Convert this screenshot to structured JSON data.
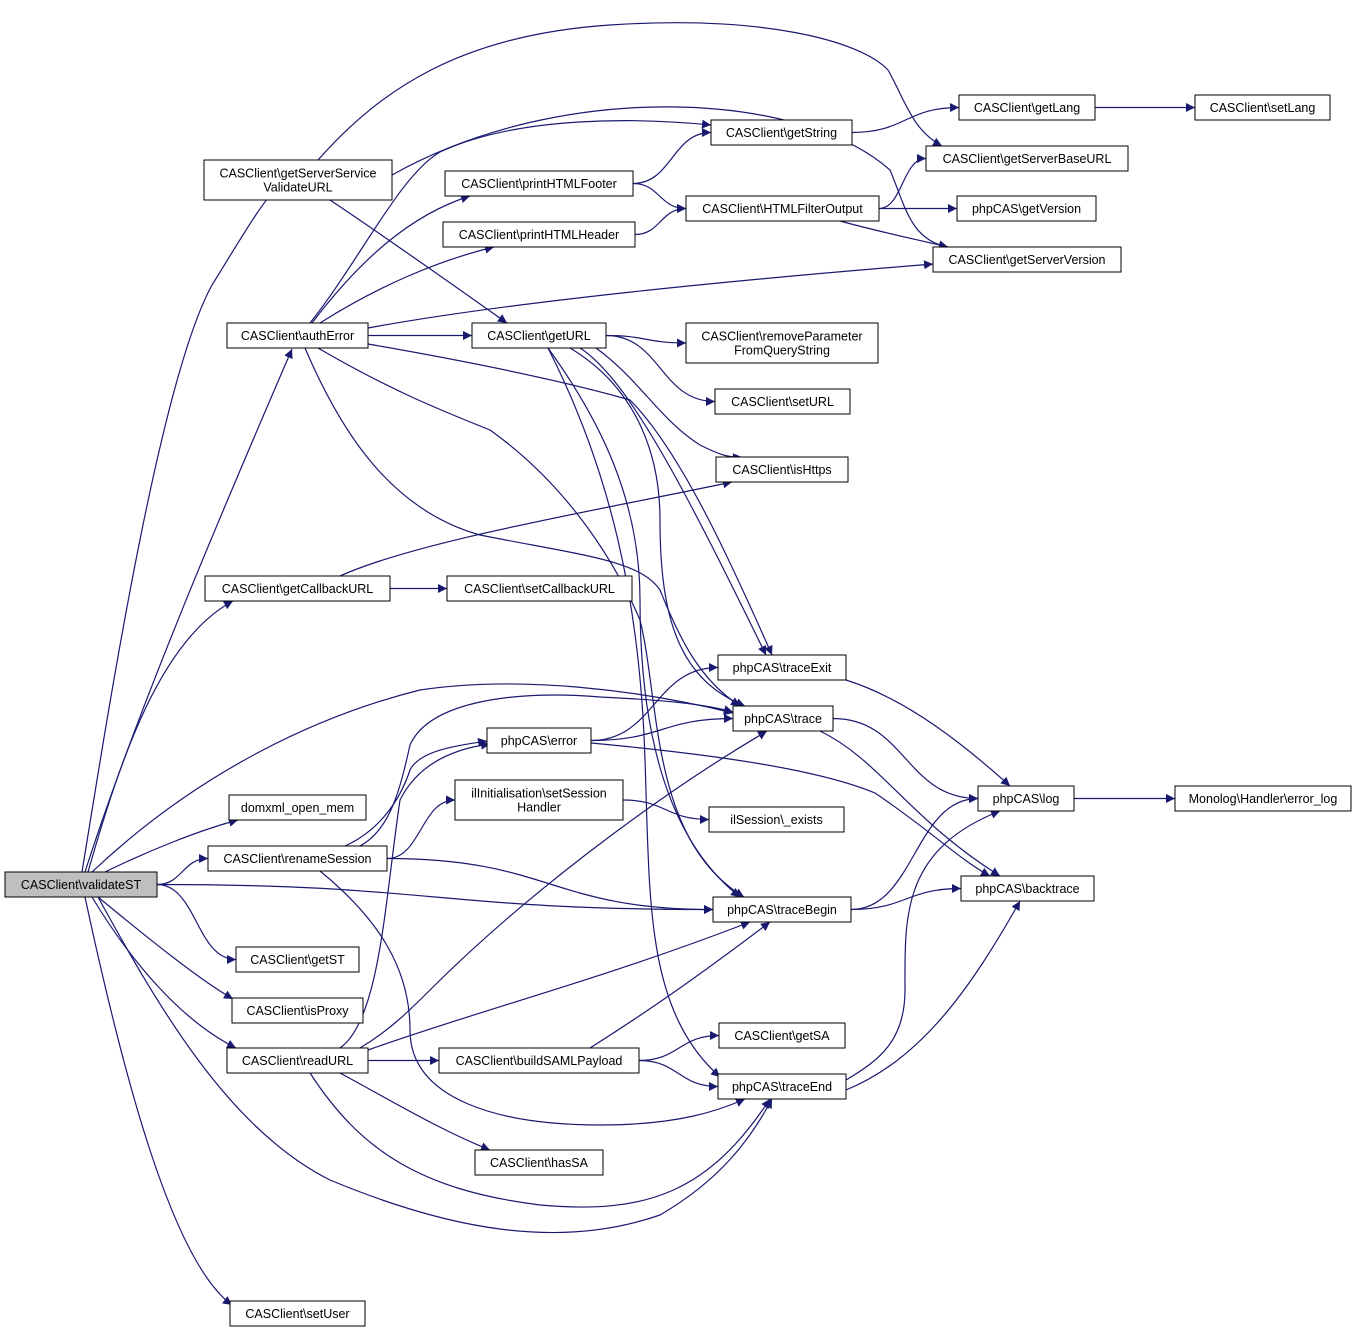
{
  "diagram": {
    "nodes": {
      "validateST": [
        "CASClient\\validateST"
      ],
      "getServerServiceValidateURL": [
        "CASClient\\getServerService",
        "ValidateURL"
      ],
      "authError": [
        "CASClient\\authError"
      ],
      "getCallbackURL": [
        "CASClient\\getCallbackURL"
      ],
      "domxml_open_mem": [
        "domxml_open_mem"
      ],
      "renameSession": [
        "CASClient\\renameSession"
      ],
      "getST": [
        "CASClient\\getST"
      ],
      "isProxy": [
        "CASClient\\isProxy"
      ],
      "readURL": [
        "CASClient\\readURL"
      ],
      "setUser": [
        "CASClient\\setUser"
      ],
      "printHTMLFooter": [
        "CASClient\\printHTMLFooter"
      ],
      "printHTMLHeader": [
        "CASClient\\printHTMLHeader"
      ],
      "getURL": [
        "CASClient\\getURL"
      ],
      "setCallbackURL": [
        "CASClient\\setCallbackURL"
      ],
      "error": [
        "phpCAS\\error"
      ],
      "setSessionHandler": [
        "ilInitialisation\\setSession",
        "Handler"
      ],
      "buildSAMLPayload": [
        "CASClient\\buildSAMLPayload"
      ],
      "hasSA": [
        "CASClient\\hasSA"
      ],
      "getString": [
        "CASClient\\getString"
      ],
      "HTMLFilterOutput": [
        "CASClient\\HTMLFilterOutput"
      ],
      "removeParameterFromQueryString": [
        "CASClient\\removeParameter",
        "FromQueryString"
      ],
      "setURL": [
        "CASClient\\setURL"
      ],
      "isHttps": [
        "CASClient\\isHttps"
      ],
      "traceExit": [
        "phpCAS\\traceExit"
      ],
      "trace": [
        "phpCAS\\trace"
      ],
      "exists": [
        "ilSession\\_exists"
      ],
      "traceBegin": [
        "phpCAS\\traceBegin"
      ],
      "getSA": [
        "CASClient\\getSA"
      ],
      "traceEnd": [
        "phpCAS\\traceEnd"
      ],
      "getLang": [
        "CASClient\\getLang"
      ],
      "getServerBaseURL": [
        "CASClient\\getServerBaseURL"
      ],
      "getVersion": [
        "phpCAS\\getVersion"
      ],
      "getServerVersion": [
        "CASClient\\getServerVersion"
      ],
      "log": [
        "phpCAS\\log"
      ],
      "backtrace": [
        "phpCAS\\backtrace"
      ],
      "setLang": [
        "CASClient\\setLang"
      ],
      "error_log": [
        "Monolog\\Handler\\error_log"
      ]
    },
    "edges": [
      [
        "validateST",
        "getServerServiceValidateURL"
      ],
      [
        "validateST",
        "authError"
      ],
      [
        "validateST",
        "getCallbackURL"
      ],
      [
        "validateST",
        "trace"
      ],
      [
        "validateST",
        "domxml_open_mem"
      ],
      [
        "validateST",
        "renameSession"
      ],
      [
        "validateST",
        "traceBegin"
      ],
      [
        "validateST",
        "getST"
      ],
      [
        "validateST",
        "isProxy"
      ],
      [
        "validateST",
        "readURL"
      ],
      [
        "validateST",
        "traceEnd"
      ],
      [
        "validateST",
        "setUser"
      ],
      [
        "getServerServiceValidateURL",
        "getServerBaseURL"
      ],
      [
        "getServerServiceValidateURL",
        "getServerVersion"
      ],
      [
        "getServerServiceValidateURL",
        "getURL"
      ],
      [
        "authError",
        "getString"
      ],
      [
        "authError",
        "printHTMLFooter"
      ],
      [
        "authError",
        "printHTMLHeader"
      ],
      [
        "authError",
        "getServerVersion"
      ],
      [
        "authError",
        "getURL"
      ],
      [
        "authError",
        "trace"
      ],
      [
        "authError",
        "traceExit"
      ],
      [
        "authError",
        "traceBegin"
      ],
      [
        "getCallbackURL",
        "setCallbackURL"
      ],
      [
        "getCallbackURL",
        "isHttps"
      ],
      [
        "renameSession",
        "trace"
      ],
      [
        "renameSession",
        "error"
      ],
      [
        "renameSession",
        "setSessionHandler"
      ],
      [
        "renameSession",
        "traceBegin"
      ],
      [
        "renameSession",
        "traceEnd"
      ],
      [
        "readURL",
        "error"
      ],
      [
        "readURL",
        "trace"
      ],
      [
        "readURL",
        "traceBegin"
      ],
      [
        "readURL",
        "buildSAMLPayload"
      ],
      [
        "readURL",
        "hasSA"
      ],
      [
        "readURL",
        "traceEnd"
      ],
      [
        "printHTMLFooter",
        "getString"
      ],
      [
        "printHTMLFooter",
        "HTMLFilterOutput"
      ],
      [
        "printHTMLHeader",
        "HTMLFilterOutput"
      ],
      [
        "getURL",
        "removeParameterFromQueryString"
      ],
      [
        "getURL",
        "setURL"
      ],
      [
        "getURL",
        "isHttps"
      ],
      [
        "getURL",
        "traceExit"
      ],
      [
        "getURL",
        "trace"
      ],
      [
        "getURL",
        "traceBegin"
      ],
      [
        "getURL",
        "traceEnd"
      ],
      [
        "error",
        "traceExit"
      ],
      [
        "error",
        "trace"
      ],
      [
        "error",
        "backtrace"
      ],
      [
        "setSessionHandler",
        "exists"
      ],
      [
        "buildSAMLPayload",
        "getSA"
      ],
      [
        "buildSAMLPayload",
        "traceBegin"
      ],
      [
        "buildSAMLPayload",
        "traceEnd"
      ],
      [
        "getString",
        "getLang"
      ],
      [
        "getLang",
        "setLang"
      ],
      [
        "HTMLFilterOutput",
        "getServerBaseURL"
      ],
      [
        "HTMLFilterOutput",
        "getVersion"
      ],
      [
        "HTMLFilterOutput",
        "getServerVersion"
      ],
      [
        "traceExit",
        "log"
      ],
      [
        "trace",
        "log"
      ],
      [
        "trace",
        "backtrace"
      ],
      [
        "traceBegin",
        "log"
      ],
      [
        "traceBegin",
        "backtrace"
      ],
      [
        "traceEnd",
        "log"
      ],
      [
        "traceEnd",
        "backtrace"
      ],
      [
        "log",
        "error_log"
      ]
    ]
  }
}
